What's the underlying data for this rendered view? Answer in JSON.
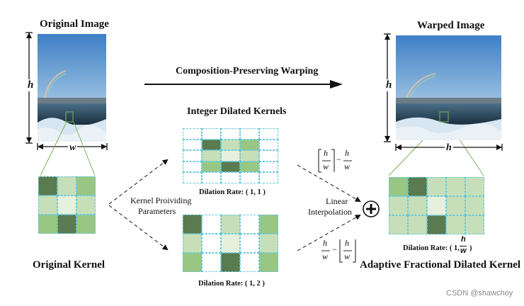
{
  "original": {
    "title": "Original Image",
    "height_symbol": "h",
    "width_symbol": "w"
  },
  "warped": {
    "title": "Warped Image",
    "height_symbol": "h",
    "width_symbol": "h"
  },
  "warping_label": "Composition-Preserving Warping",
  "integer_kernels_title": "Integer Dilated Kernels",
  "kernel_param_label": [
    "Kernel Proividing",
    "Parameters"
  ],
  "dilation_rate_1": "Dilation Rate: ( 1, 1 )",
  "dilation_rate_2": "Dilation Rate: ( 1, 2 )",
  "dilation_rate_adaptive_prefix": "Dilation Rate: ( 1,",
  "dilation_rate_adaptive_suffix": ")",
  "linear_interp": [
    "Linear",
    "Interpolation"
  ],
  "original_kernel_label": "Original Kernel",
  "adaptive_kernel_label": "Adaptive Fractional Dilated Kernel",
  "plus_symbol": "+",
  "formula_symbols": {
    "h": "h",
    "w": "w",
    "minus": "−"
  },
  "watermark": "CSDN @shawchoy",
  "colors": {
    "dark": "#5a7a50",
    "mid": "#98c783",
    "light": "#c7dfb8",
    "pale": "#e6f0dc",
    "cell_border": "#69c8d8",
    "connector": "#7ab55c"
  },
  "kernels": {
    "original": [
      [
        "dark",
        "light",
        "mid"
      ],
      [
        "light",
        "pale",
        "light"
      ],
      [
        "mid",
        "dark",
        "mid"
      ]
    ],
    "integer_1_1": [
      [
        "empty",
        "empty",
        "empty",
        "empty",
        "empty"
      ],
      [
        "empty",
        "dark",
        "light",
        "mid",
        "empty"
      ],
      [
        "empty",
        "light",
        "pale",
        "light",
        "empty"
      ],
      [
        "empty",
        "mid",
        "dark",
        "mid",
        "empty"
      ],
      [
        "empty",
        "empty",
        "empty",
        "empty",
        "empty"
      ]
    ],
    "integer_1_2": [
      [
        "dark",
        "empty",
        "light",
        "empty",
        "mid"
      ],
      [
        "light",
        "empty",
        "pale",
        "empty",
        "light"
      ],
      [
        "mid",
        "empty",
        "dark",
        "empty",
        "mid"
      ]
    ],
    "adaptive": [
      [
        "mid",
        "dark",
        "light",
        "light",
        "light"
      ],
      [
        "light",
        "light",
        "pale",
        "light",
        "light"
      ],
      [
        "light",
        "light",
        "dark",
        "light",
        "light"
      ]
    ]
  }
}
